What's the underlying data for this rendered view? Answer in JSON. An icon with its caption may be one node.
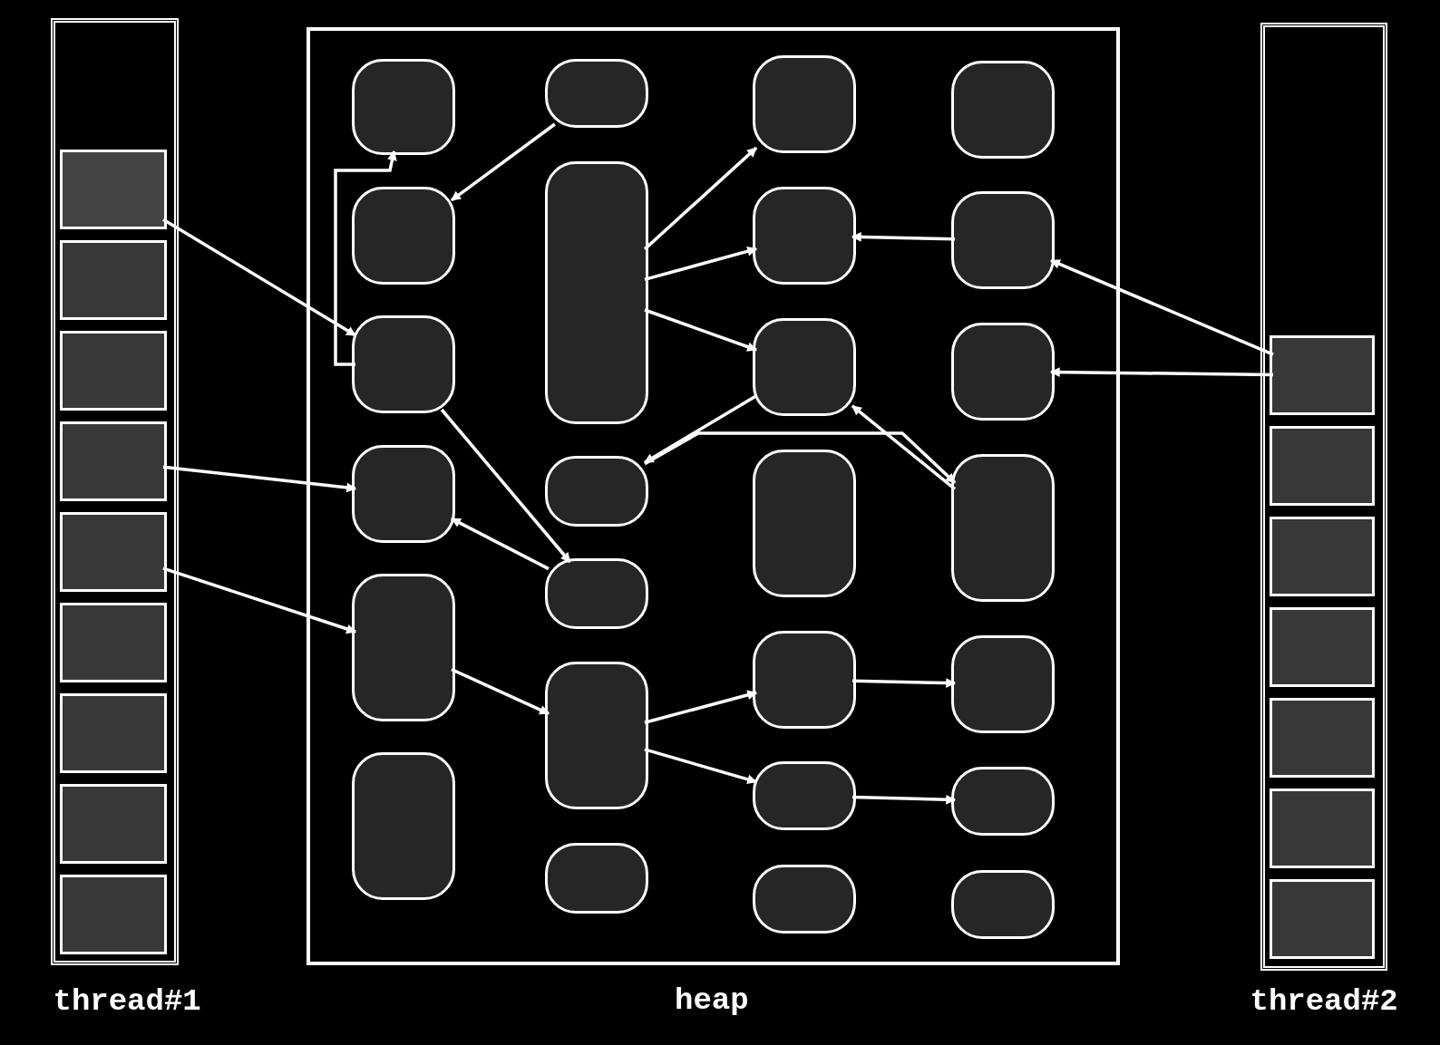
{
  "diagram": {
    "nodes": [
      {
        "text": [
          "thread#1"
        ]
      },
      {
        "text": [],
        "shape": "box",
        "in": 0
      },
      {
        "text": [],
        "shape": "box",
        "in": 0
      },
      {
        "text": [],
        "shape": "box",
        "in": 0
      },
      {
        "text": [],
        "shape": "box",
        "in": 0
      },
      {
        "text": [],
        "shape": "box",
        "in": 0
      },
      {
        "text": [],
        "shape": "box",
        "in": 0
      },
      {
        "text": [],
        "shape": "box",
        "in": 0
      },
      {
        "text": [],
        "shape": "box",
        "in": 0
      },
      {
        "text": [],
        "shape": "box",
        "in": 0
      },
      {
        "text": [
          "heap"
        ]
      },
      {
        "text": [],
        "shape": "box",
        "in": 10
      },
      {
        "text": [],
        "shape": "box",
        "in": 10
      },
      {
        "text": [],
        "shape": "box",
        "in": 10
      },
      {
        "text": [],
        "shape": "box",
        "in": 10
      },
      {
        "text": [],
        "shape": "box",
        "in": 10
      },
      {
        "text": [],
        "shape": "box",
        "in": 10
      },
      {
        "text": [],
        "shape": "box",
        "in": 10
      },
      {
        "text": [],
        "shape": "box",
        "in": 10
      },
      {
        "text": [],
        "shape": "box",
        "in": 10
      },
      {
        "text": [],
        "shape": "box",
        "in": 10
      },
      {
        "text": [],
        "shape": "box",
        "in": 10
      },
      {
        "text": [],
        "shape": "box",
        "in": 10
      },
      {
        "text": [],
        "shape": "box",
        "in": 10
      },
      {
        "text": [],
        "shape": "box",
        "in": 10
      },
      {
        "text": [],
        "shape": "box",
        "in": 10
      },
      {
        "text": [],
        "shape": "box",
        "in": 10
      },
      {
        "text": [],
        "shape": "box",
        "in": 10
      },
      {
        "text": [],
        "shape": "box",
        "in": 10
      },
      {
        "text": [],
        "shape": "box",
        "in": 10
      },
      {
        "text": [],
        "shape": "box",
        "in": 10
      },
      {
        "text": [],
        "shape": "box",
        "in": 10
      },
      {
        "text": [],
        "shape": "box",
        "in": 10
      },
      {
        "text": [],
        "shape": "box",
        "in": 10
      },
      {
        "text": [],
        "shape": "box",
        "in": 10
      },
      {
        "text": [],
        "shape": "box",
        "in": 10
      },
      {
        "text": [],
        "shape": "box",
        "in": 10
      },
      {
        "text": [
          "thread#2"
        ]
      },
      {
        "text": [],
        "shape": "box",
        "in": 37
      },
      {
        "text": [],
        "shape": "box",
        "in": 37
      },
      {
        "text": [],
        "shape": "box",
        "in": 37
      },
      {
        "text": [],
        "shape": "box",
        "in": 37
      },
      {
        "text": [],
        "shape": "box",
        "in": 37
      },
      {
        "text": [],
        "shape": "box",
        "in": 37
      },
      {
        "text": [],
        "shape": "box",
        "in": 37
      }
    ],
    "edges": [
      {
        "from": 1,
        "to": 13,
        "arrow": "to"
      },
      {
        "from": 4,
        "to": 14,
        "arrow": "to"
      },
      {
        "from": 5,
        "to": 15,
        "arrow": "to"
      },
      {
        "from": 13,
        "to": 11,
        "arrow": "to"
      },
      {
        "from": 17,
        "to": 12,
        "arrow": "to"
      },
      {
        "from": 13,
        "to": 20,
        "arrow": "to"
      },
      {
        "from": 20,
        "to": 14,
        "arrow": "to"
      },
      {
        "from": 15,
        "to": 21,
        "arrow": "to"
      },
      {
        "from": 18,
        "to": 23,
        "arrow": "to"
      },
      {
        "from": 18,
        "to": 24,
        "arrow": "to"
      },
      {
        "from": 18,
        "to": 25,
        "arrow": "to"
      },
      {
        "from": 31,
        "to": 24,
        "arrow": "to"
      },
      {
        "from": 25,
        "to": 19,
        "arrow": "to"
      },
      {
        "from": 19,
        "to": 33,
        "arrow": "to"
      },
      {
        "from": 33,
        "to": 25,
        "arrow": "to"
      },
      {
        "from": 21,
        "to": 27,
        "arrow": "to"
      },
      {
        "from": 21,
        "to": 28,
        "arrow": "to"
      },
      {
        "from": 27,
        "to": 34,
        "arrow": "to"
      },
      {
        "from": 28,
        "to": 35,
        "arrow": "to"
      },
      {
        "from": 38,
        "to": 31,
        "arrow": "to"
      },
      {
        "from": 38,
        "to": 32,
        "arrow": "to"
      }
    ]
  }
}
